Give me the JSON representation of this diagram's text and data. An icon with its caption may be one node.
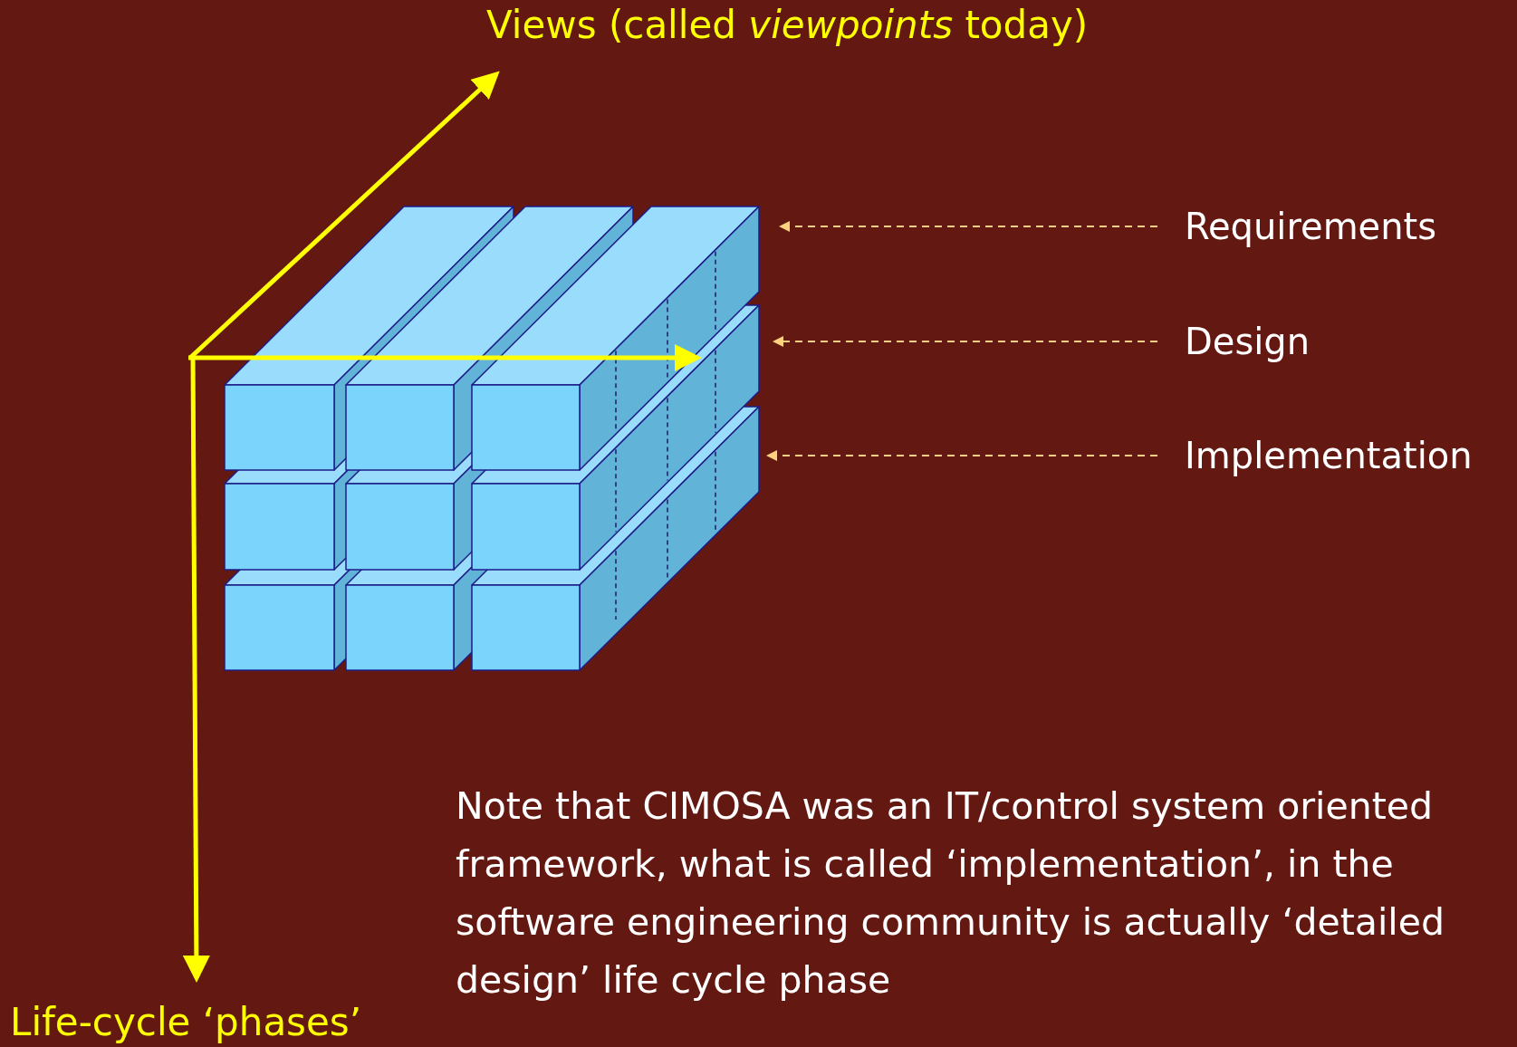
{
  "diagram": {
    "nodes": [
      {
        "text": [
          "Requirements"
        ]
      },
      {
        "text": [
          "Design"
        ]
      },
      {
        "text": [
          "Implementation"
        ]
      },
      {
        "text": [],
        "shape": "box"
      },
      {
        "text": [],
        "shape": "box"
      },
      {
        "text": [],
        "shape": "box"
      }
    ],
    "edges": [
      {
        "from": 0,
        "to": 3,
        "arrow": "to",
        "style": "dashed"
      },
      {
        "from": 1,
        "to": 4,
        "arrow": "to",
        "style": "dashed"
      },
      {
        "from": 2,
        "to": 5,
        "arrow": "to",
        "style": "dashed"
      }
    ],
    "labels": [
      "Views (called *viewpoints* today)",
      "Life-cycle  ‘phases’",
      "Note that CIMOSA was an IT/control system oriented framework, what is called ‘implementation’, in the software engineering community is actually ‘detailed design’ life cycle phase"
    ]
  }
}
